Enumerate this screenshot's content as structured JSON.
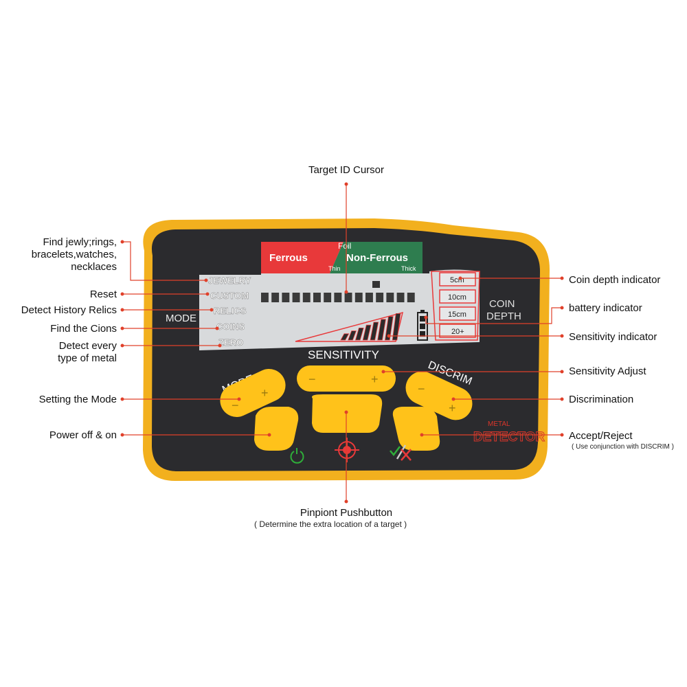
{
  "device": {
    "lcd": {
      "ferrous": "Ferrous",
      "foil": "Foil",
      "non_ferrous": "Non-Ferrous",
      "thin": "Thin",
      "thick": "Thick",
      "mode_label": "MODE",
      "modes": [
        "JEWELRY",
        "CUSTOM",
        "RELICS",
        "COINS",
        "ZERO"
      ],
      "depths": [
        "5cm",
        "10cm",
        "15cm",
        "20+"
      ],
      "coin": "COIN",
      "depth": "DEPTH",
      "cursor_segments": 15,
      "sensitivity_bars": 8
    },
    "buttons": {
      "mode": "MODE",
      "sensitivity": "SENSITIVITY",
      "discrim": "DISCRIM",
      "minus": "−",
      "plus": "+"
    },
    "brand": {
      "line1": "METAL",
      "line2": "DETECTOR"
    }
  },
  "annotations": {
    "target_id_cursor": "Target ID Cursor",
    "find_jewelry": "Find jewly;rings,\nbracelets,watches,\nnecklaces",
    "reset": "Reset",
    "detect_relics": "Detect History Relics",
    "find_coins": "Find the Cions",
    "detect_every": "Detect every\ntype of metal",
    "setting_mode": "Setting the Mode",
    "power": "Power off & on",
    "coin_depth": "Coin depth indicator",
    "battery": "battery indicator",
    "sensitivity_indicator": "Sensitivity indicator",
    "sensitivity_adjust": "Sensitivity Adjust",
    "discrimination": "Discrimination",
    "accept_reject": "Accept/Reject",
    "accept_reject_note": "( Use conjunction with DISCRIM )",
    "pinpoint": "Pinpiont Pushbutton",
    "pinpoint_note": "( Determine the extra location of a target )"
  },
  "colors": {
    "body_yellow": "#f2b01e",
    "face_dark": "#2b2b2e",
    "lcd": "#d8dadc",
    "button": "#ffc21a",
    "ferrous_red": "#e8393a",
    "nonferrous_green": "#2e7d4f",
    "annotation_red": "#e0402a",
    "brand_red": "#d9362b"
  }
}
